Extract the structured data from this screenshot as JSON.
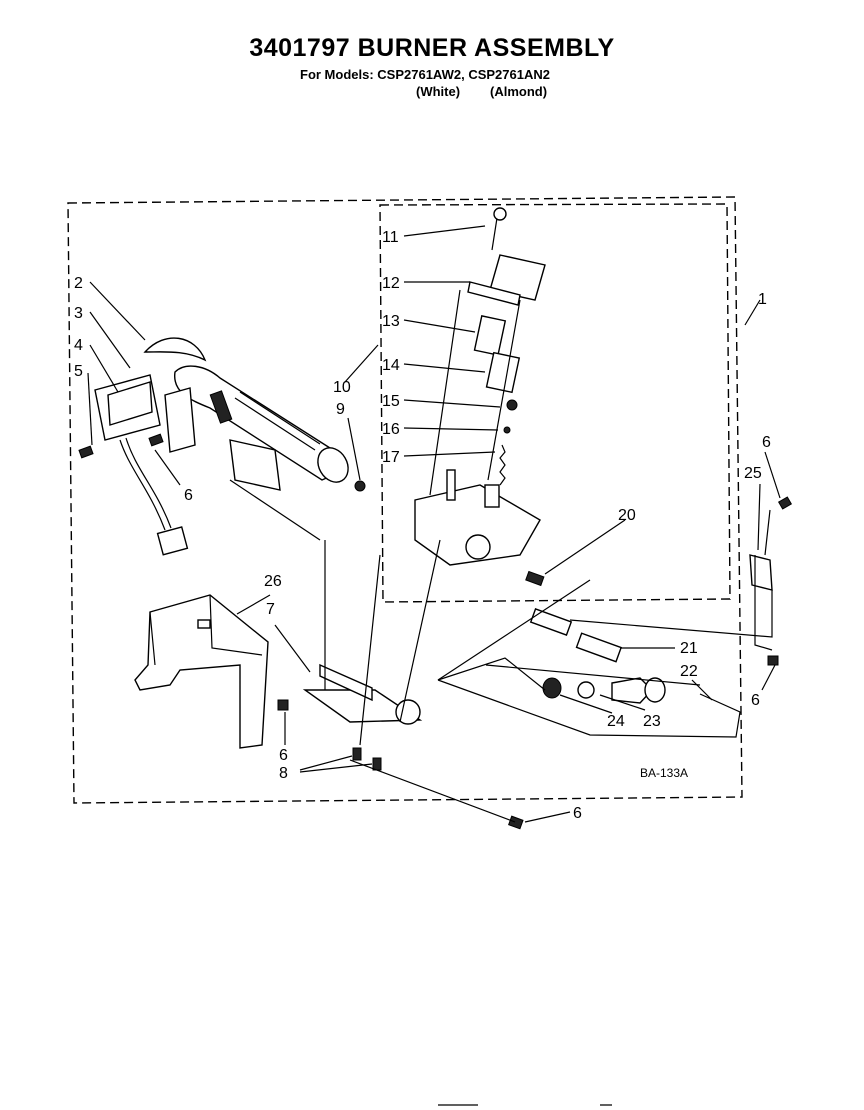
{
  "header": {
    "title": "3401797 BURNER ASSEMBLY",
    "models_line": "For Models: CSP2761AW2, CSP2761AN2",
    "color_white": "(White)",
    "color_almond": "(Almond)"
  },
  "diagram_code": "BA-133A",
  "callouts": {
    "c1": "1",
    "c2": "2",
    "c3": "3",
    "c4": "4",
    "c5": "5",
    "c6a": "6",
    "c6b": "6",
    "c6c": "6",
    "c6d": "6",
    "c6e": "6",
    "c7": "7",
    "c8": "8",
    "c9": "9",
    "c10": "10",
    "c11": "11",
    "c12": "12",
    "c13": "13",
    "c14": "14",
    "c15": "15",
    "c16": "16",
    "c17": "17",
    "c20": "20",
    "c21": "21",
    "c22": "22",
    "c23": "23",
    "c24": "24",
    "c25": "25",
    "c26": "26"
  }
}
